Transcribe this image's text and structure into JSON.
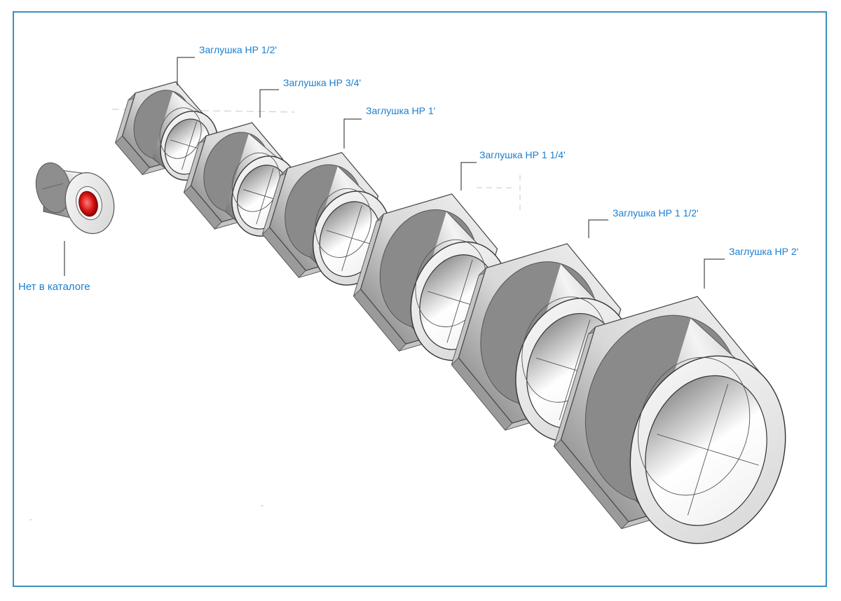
{
  "frame": {
    "border_color": "#3a8fc0"
  },
  "label_color": "#1a7fd0",
  "parts": [
    {
      "id": "no-catalog",
      "label": "Нет в каталоге"
    },
    {
      "id": "plug-1-2",
      "label": "Заглушка НР 1/2'"
    },
    {
      "id": "plug-3-4",
      "label": "Заглушка НР 3/4'"
    },
    {
      "id": "plug-1",
      "label": "Заглушка НР 1'"
    },
    {
      "id": "plug-1-1-4",
      "label": "Заглушка НР 1 1/4'"
    },
    {
      "id": "plug-1-1-2",
      "label": "Заглушка НР 1 1/2'"
    },
    {
      "id": "plug-2",
      "label": "Заглушка НР 2'"
    }
  ]
}
